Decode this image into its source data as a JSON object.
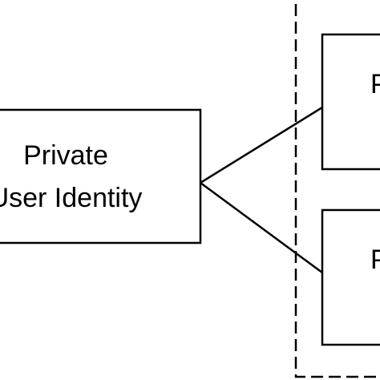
{
  "diagram": {
    "nodes": [
      {
        "id": "private-user-identity",
        "lines": [
          "Private",
          "User Identity"
        ]
      },
      {
        "id": "child-node-top",
        "lines": [
          "P"
        ]
      },
      {
        "id": "child-node-bottom",
        "lines": [
          "P"
        ]
      }
    ],
    "edges": [
      {
        "from": "private-user-identity",
        "to": "child-node-top"
      },
      {
        "from": "private-user-identity",
        "to": "child-node-bottom"
      }
    ],
    "group": {
      "style": "dashed",
      "contains": [
        "child-node-top",
        "child-node-bottom"
      ]
    },
    "colors": {
      "stroke": "#000000",
      "background": "#ffffff"
    }
  }
}
